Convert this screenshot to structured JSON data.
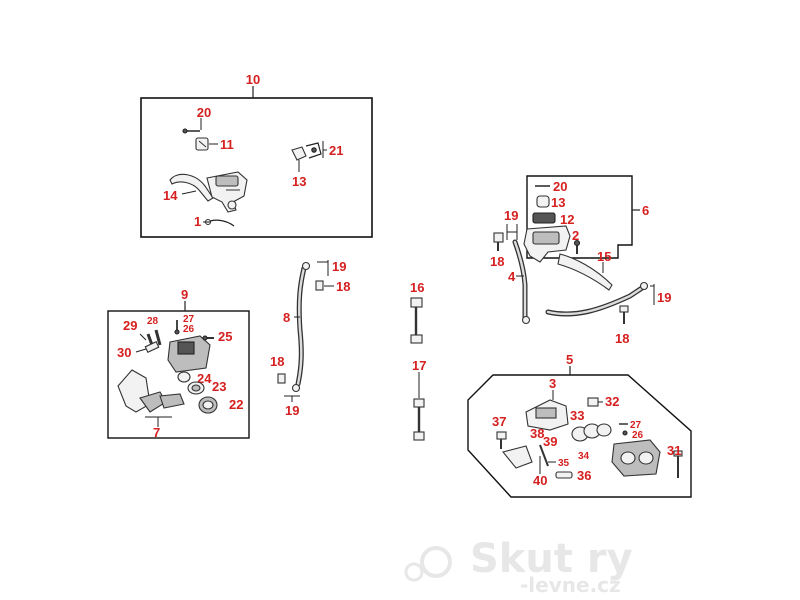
{
  "callouts": {
    "c1": "1",
    "c2": "2",
    "c3": "3",
    "c4": "4",
    "c5": "5",
    "c6": "6",
    "c7": "7",
    "c8": "8",
    "c9": "9",
    "c10": "10",
    "c11": "11",
    "c12": "12",
    "c13a": "13",
    "c13b": "13",
    "c14": "14",
    "c15": "15",
    "c16": "16",
    "c17": "17",
    "c18a": "18",
    "c18b": "18",
    "c18c": "18",
    "c18d": "18",
    "c19a": "19",
    "c19b": "19",
    "c19c": "19",
    "c19d": "19",
    "c20a": "20",
    "c20b": "20",
    "c21": "21",
    "c22": "22",
    "c23": "23",
    "c24": "24",
    "c25": "25",
    "c26a": "26",
    "c26b": "26",
    "c27a": "27",
    "c27b": "27",
    "c28": "28",
    "c29": "29",
    "c30": "30",
    "c31": "31",
    "c32": "32",
    "c33": "33",
    "c34": "34",
    "c35": "35",
    "c36": "36",
    "c37": "37",
    "c38": "38",
    "c39": "39",
    "c40": "40"
  },
  "watermark": {
    "brand": "Skut ry",
    "domain": "-levne.cz"
  },
  "colors": {
    "callout": "#d62020",
    "line": "#222222",
    "watermark": "#e7e7e7"
  }
}
